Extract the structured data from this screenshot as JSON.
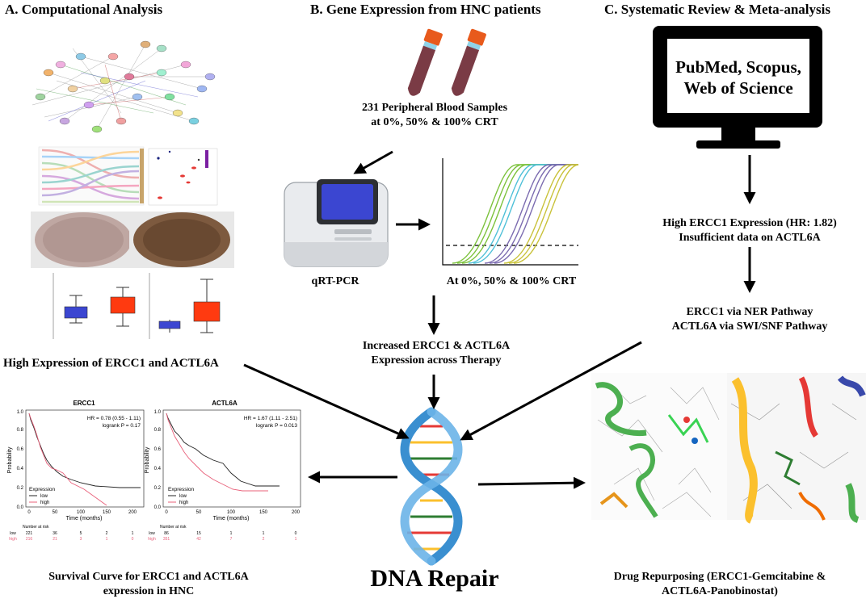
{
  "headers": {
    "a": "A. Computational Analysis",
    "b": "B. Gene Expression from HNC patients",
    "c": "C. Systematic Review & Meta-analysis"
  },
  "labels": {
    "samples_line1": "231 Peripheral Blood Samples",
    "samples_line2": "at 0%, 50% & 100% CRT",
    "qrtpcr": "qRT-PCR",
    "curve_caption": "At 0%, 50% & 100% CRT",
    "increased_line1": "Increased ERCC1 & ACTL6A",
    "increased_line2": "Expression across Therapy",
    "high_expression": "High Expression of ERCC1 and ACTL6A",
    "survival_line1": "Survival Curve for ERCC1 and ACTL6A",
    "survival_line2": "expression in HNC",
    "dna_repair": "DNA Repair",
    "monitor_line1": "PubMed, Scopus,",
    "monitor_line2": "Web of Science",
    "hr_line1": "High ERCC1 Expression (HR: 1.82)",
    "hr_line2": "Insufficient data on ACTL6A",
    "pathway_line1": "ERCC1 via NER Pathway",
    "pathway_line2": "ACTL6A via SWI/SNF Pathway",
    "drug_line1": "Drug Repurposing (ERCC1-Gemcitabine &",
    "drug_line2": "ACTL6A-Panobinostat)"
  },
  "km_plots": [
    {
      "title": "ERCC1",
      "hr": "HR = 0.78 (0.55 - 1.11)",
      "logrank": "logrank P = 0.17",
      "ylabel": "Probability",
      "xlabel": "Time (months)",
      "yticks": [
        "0.0",
        "0.2",
        "0.4",
        "0.6",
        "0.8",
        "1.0"
      ],
      "xticks": [
        "0",
        "50",
        "100",
        "150",
        "200"
      ],
      "legend_title": "Expression",
      "legend_low": "low",
      "legend_high": "high",
      "risk_title": "Number at risk",
      "risk_low": [
        "low",
        "221",
        "36",
        "5",
        "2",
        "1"
      ],
      "risk_high": [
        "high",
        "216",
        "21",
        "3",
        "1",
        "0"
      ]
    },
    {
      "title": "ACTL6A",
      "hr": "HR = 1.67 (1.11 - 2.51)",
      "logrank": "logrank P = 0.013",
      "ylabel": "Probability",
      "xlabel": "Time (months)",
      "yticks": [
        "0.0",
        "0.2",
        "0.4",
        "0.6",
        "0.8",
        "1.0"
      ],
      "xticks": [
        "0",
        "50",
        "100",
        "150",
        "200"
      ],
      "legend_title": "Expression",
      "legend_low": "low",
      "legend_high": "high",
      "risk_title": "Number at risk",
      "risk_low": [
        "low",
        "86",
        "15",
        "1",
        "1",
        "0"
      ],
      "risk_high": [
        "high",
        "351",
        "42",
        "7",
        "2",
        "1"
      ]
    }
  ],
  "colors": {
    "tube_cap": "#e85a1c",
    "tube_body": "#7a3b45",
    "tube_band": "#8fd3e8",
    "monitor": "#000000",
    "dna_blue": "#3a8fd0",
    "box_blue": "#3b46d1",
    "box_red": "#ff3a10",
    "km_low": "#222222",
    "km_high": "#e8607a"
  }
}
